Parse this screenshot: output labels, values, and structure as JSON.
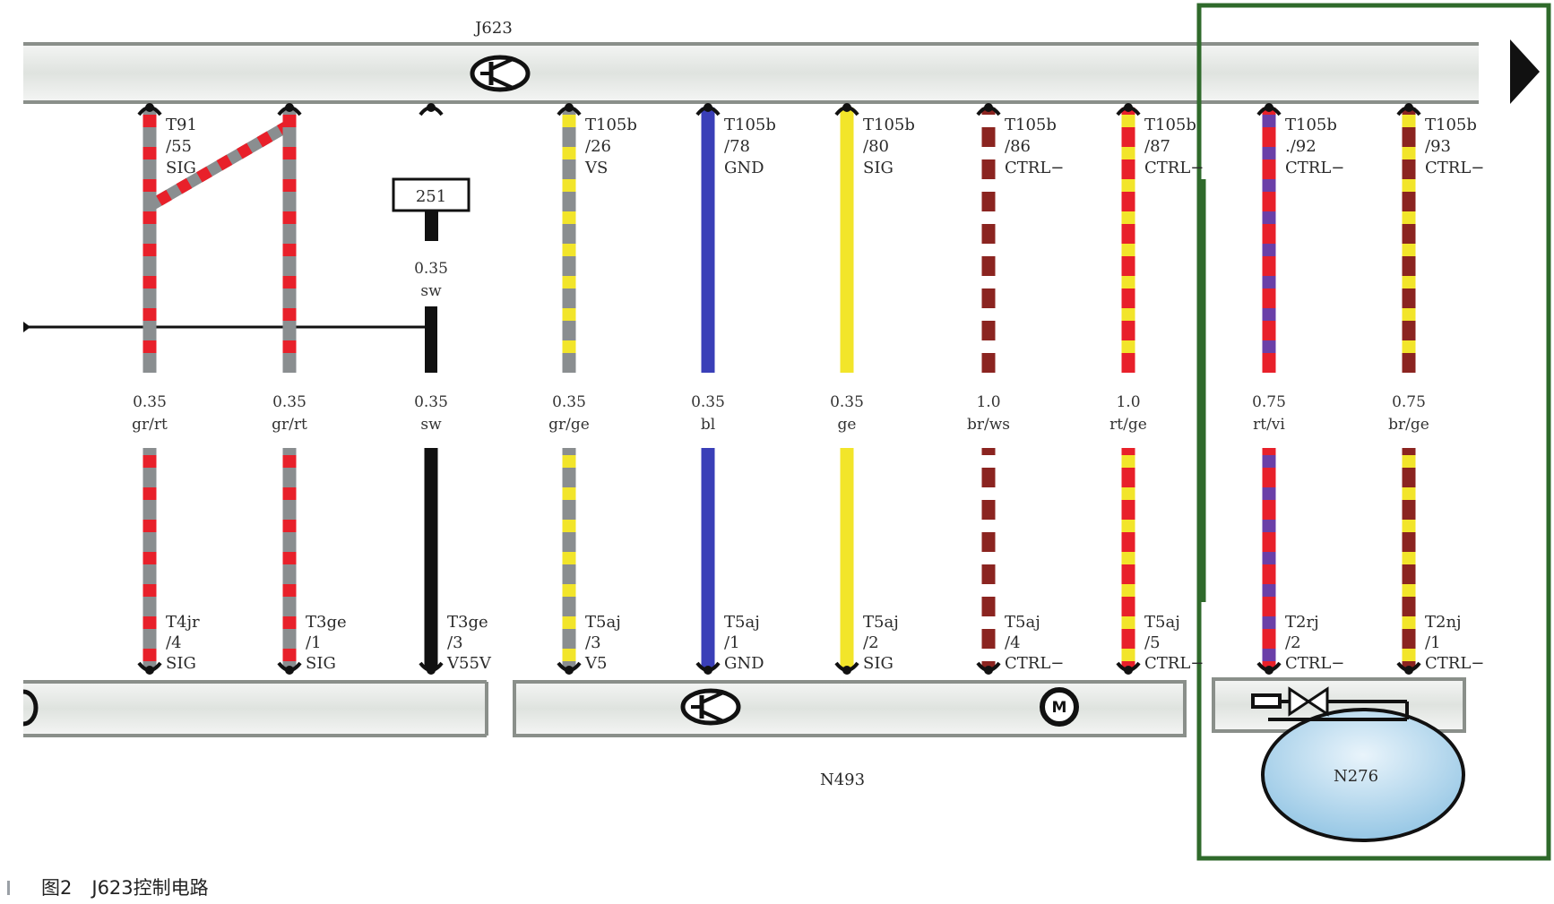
{
  "modules": {
    "top": "J623",
    "bottom_middle": "N493",
    "bottom_right": "N276"
  },
  "ground_marker": "251",
  "caption": {
    "figure": "图2",
    "title": "J623控制电路"
  },
  "colors": {
    "gr": "#8a8e90",
    "rt": "#e8202a",
    "sw": "#111111",
    "ge": "#f2e52a",
    "gn": "#2e7d32",
    "bl": "#3a3fb8",
    "br": "#8b2420",
    "ws": "#ffffff",
    "vi": "#6a3fa8",
    "frame": "#2f6a2b"
  },
  "wires": [
    {
      "top_conn": "T91",
      "top_pin": "/55",
      "top_sig": "SIG",
      "size": "0.35",
      "color": "gr/rt",
      "bot_conn": "T4jr",
      "bot_pin": "/4",
      "bot_sig": "SIG"
    },
    {
      "top_conn": "",
      "top_pin": "",
      "top_sig": "",
      "size": "0.35",
      "color": "gr/rt",
      "bot_conn": "T3ge",
      "bot_pin": "/1",
      "bot_sig": "SIG"
    },
    {
      "top_conn": "",
      "top_pin": "",
      "top_sig": "",
      "size": "0.35",
      "color": "sw",
      "bot_conn": "T3ge",
      "bot_pin": "/3",
      "bot_sig": "V55V"
    },
    {
      "top_conn": "T105b",
      "top_pin": "/26",
      "top_sig": "VS",
      "size": "0.35",
      "color": "gr/ge",
      "bot_conn": "T5aj",
      "bot_pin": "/3",
      "bot_sig": "V5"
    },
    {
      "top_conn": "T105b",
      "top_pin": "/78",
      "top_sig": "GND",
      "size": "0.35",
      "color": "bl",
      "bot_conn": "T5aj",
      "bot_pin": "/1",
      "bot_sig": "GND"
    },
    {
      "top_conn": "T105b",
      "top_pin": "/80",
      "top_sig": "SIG",
      "size": "0.35",
      "color": "ge",
      "bot_conn": "T5aj",
      "bot_pin": "/2",
      "bot_sig": "SIG"
    },
    {
      "top_conn": "T105b",
      "top_pin": "/86",
      "top_sig": "CTRL−",
      "size": "1.0",
      "color": "br/ws",
      "bot_conn": "T5aj",
      "bot_pin": "/4",
      "bot_sig": "CTRL−"
    },
    {
      "top_conn": "T105b",
      "top_pin": "/87",
      "top_sig": "CTRL−",
      "size": "1.0",
      "color": "rt/ge",
      "bot_conn": "T5aj",
      "bot_pin": "/5",
      "bot_sig": "CTRL−"
    },
    {
      "top_conn": "T105b",
      "top_pin": "./92",
      "top_sig": "CTRL−",
      "size": "0.75",
      "color": "rt/vi",
      "bot_conn": "T2rj",
      "bot_pin": "/2",
      "bot_sig": "CTRL−"
    },
    {
      "top_conn": "T105b",
      "top_pin": "/93",
      "top_sig": "CTRL−",
      "size": "0.75",
      "color": "br/ge",
      "bot_conn": "T2nj",
      "bot_pin": "/1",
      "bot_sig": "CTRL−"
    }
  ],
  "grounded_wire": {
    "size": "0.35",
    "color": "sw"
  }
}
